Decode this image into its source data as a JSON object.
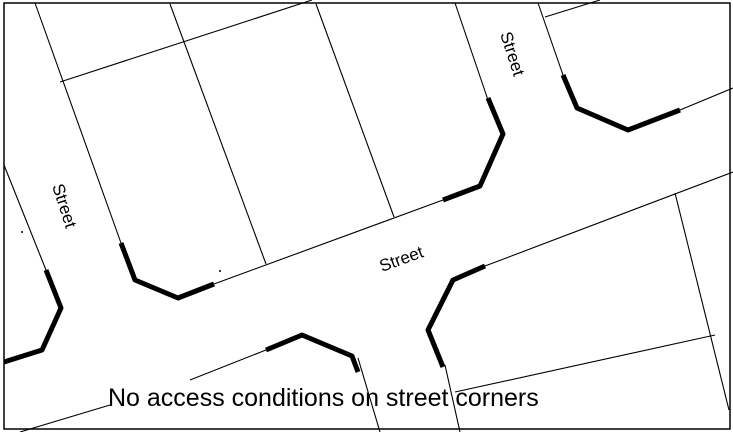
{
  "labels": {
    "street_top_right": "Street",
    "street_left": "Street",
    "street_center": "Street"
  },
  "caption": "No access conditions on street corners",
  "colors": {
    "line": "#000000",
    "background": "#ffffff"
  }
}
